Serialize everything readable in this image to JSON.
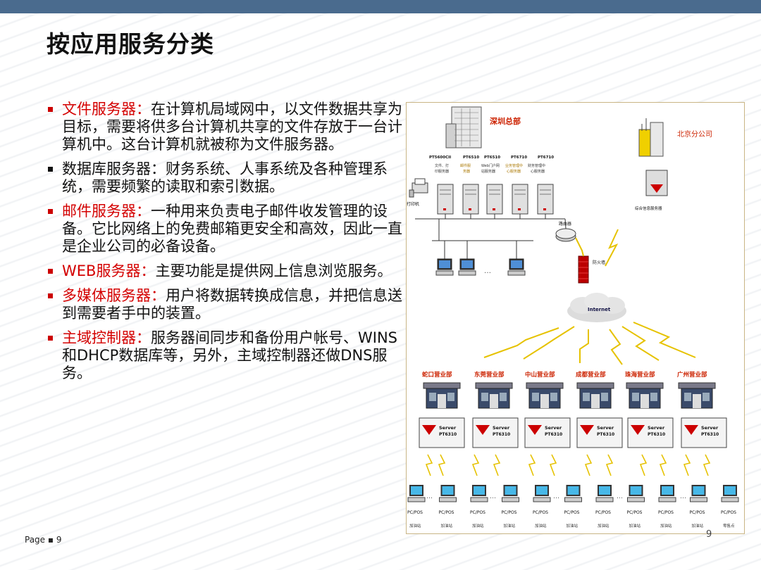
{
  "title": "按应用服务分类",
  "bullets": [
    {
      "keyword": "文件服务器：",
      "text": "在计算机局域网中，以文件数据共享为目标，需要将供多台计算机共享的文件存放于一台计算机中。这台计算机就被称为文件服务器。",
      "style": "red"
    },
    {
      "keyword": "",
      "text": "数据库服务器：财务系统、人事系统及各种管理系统，需要频繁的读取和索引数据。",
      "style": "black"
    },
    {
      "keyword": "邮件服务器：",
      "text": "一种用来负责电子邮件收发管理的设备。它比网络上的免费邮箱更安全和高效，因此一直是企业公司的必备设备。",
      "style": "red"
    },
    {
      "keyword": "WEB服务器：",
      "text": "主要功能是提供网上信息浏览服务。",
      "style": "red"
    },
    {
      "keyword": "多媒体服务器：",
      "text": "用户将数据转换成信息，并把信息送到需要者手中的装置。",
      "style": "red"
    },
    {
      "keyword": "主域控制器：",
      "text": "服务器间同步和备份用户帐号、WINS和DHCP数据库等，另外，主域控制器还做DNS服务。",
      "style": "red"
    }
  ],
  "footer": {
    "page_label": "Page ▪ 9",
    "page_number": "9"
  },
  "diagram": {
    "hq_label": "深圳总部",
    "branch_label": "北京分公司",
    "server_models": [
      "PT5600CII",
      "PT6510",
      "PT6510",
      "PT6710",
      "PT6710"
    ],
    "server_roles_line1": [
      "文件、打",
      "邮件服",
      "Web门户网",
      "业务管理中",
      "财务管理中"
    ],
    "server_roles_line2": [
      "印服务器",
      "务器",
      "站服务器",
      "心服务器",
      "心服务器"
    ],
    "printer_label": "打印机",
    "router_label": "路由器",
    "firewall_label": "防火墙",
    "internet_label": "Internet",
    "info_server_label": "综合信息服务器",
    "ellipsis": "…",
    "offices": [
      "蛇口营业部",
      "东莞营业部",
      "中山营业部",
      "成都营业部",
      "珠海营业部",
      "广州营业部"
    ],
    "office_server": {
      "line1": "Server",
      "line2": "PT6310"
    },
    "pc_label": "PC/POS",
    "station_labels": [
      "加油站",
      "加油站",
      "加油站",
      "加油站",
      "加油站",
      "加油站",
      "加油站",
      "加油站",
      "加油站",
      "加油站",
      "零售点"
    ],
    "colors": {
      "red_text": "#d40000",
      "label_red": "#cc2200",
      "lightning": "#e6c200",
      "accent_bar": "#4a6b8e"
    }
  }
}
